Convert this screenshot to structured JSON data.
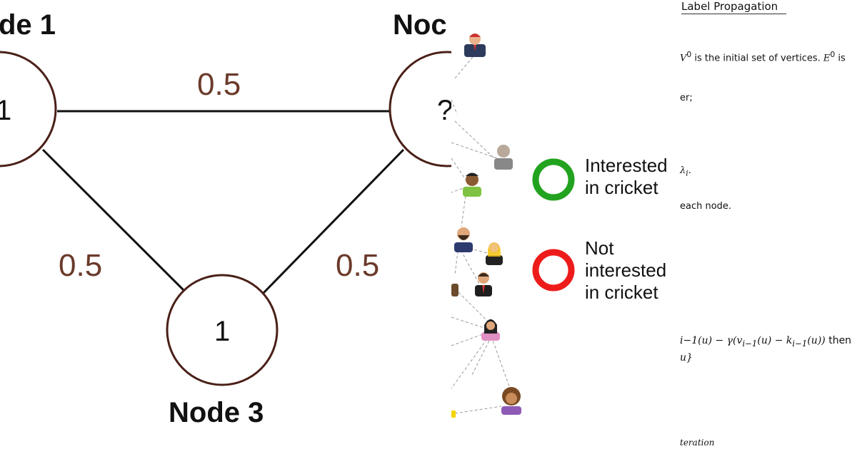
{
  "graph": {
    "node1_title": "de 1",
    "node1_value": "1",
    "node2_title": "Noc",
    "node2_value": "?",
    "node3_title": "Node 3",
    "node3_value": "1",
    "edge_1_2": "0.5",
    "edge_1_3": "0.5",
    "edge_2_3": "0.5"
  },
  "legend": {
    "interested_line1": "Interested",
    "interested_line2": "in cricket",
    "not_line1": "Not",
    "not_line2": "interested",
    "not_line3": "in cricket",
    "interested_color": "#22a31f",
    "not_interested_color": "#ee1b1b"
  },
  "algorithm": {
    "title": "Label Propagation",
    "line_vertices_a": "V",
    "line_vertices_b": "0",
    "line_vertices_c": " is the initial set of vertices. ",
    "line_vertices_d": "E",
    "line_vertices_e": "0",
    "line_vertices_f": " is",
    "line_er": "er;",
    "line_lambda": "λ",
    "line_lambda_sub": "i",
    "line_lambda_end": ".",
    "line_each_node": "each node.",
    "line_formula": "i−1(u) − γ(v",
    "line_formula_b": "i−1",
    "line_formula_c": "(u) − k",
    "line_formula_d": "i−1",
    "line_formula_e": "(u)) ",
    "line_then": "then",
    "line_u": "u}",
    "line_iteration": "teration"
  }
}
